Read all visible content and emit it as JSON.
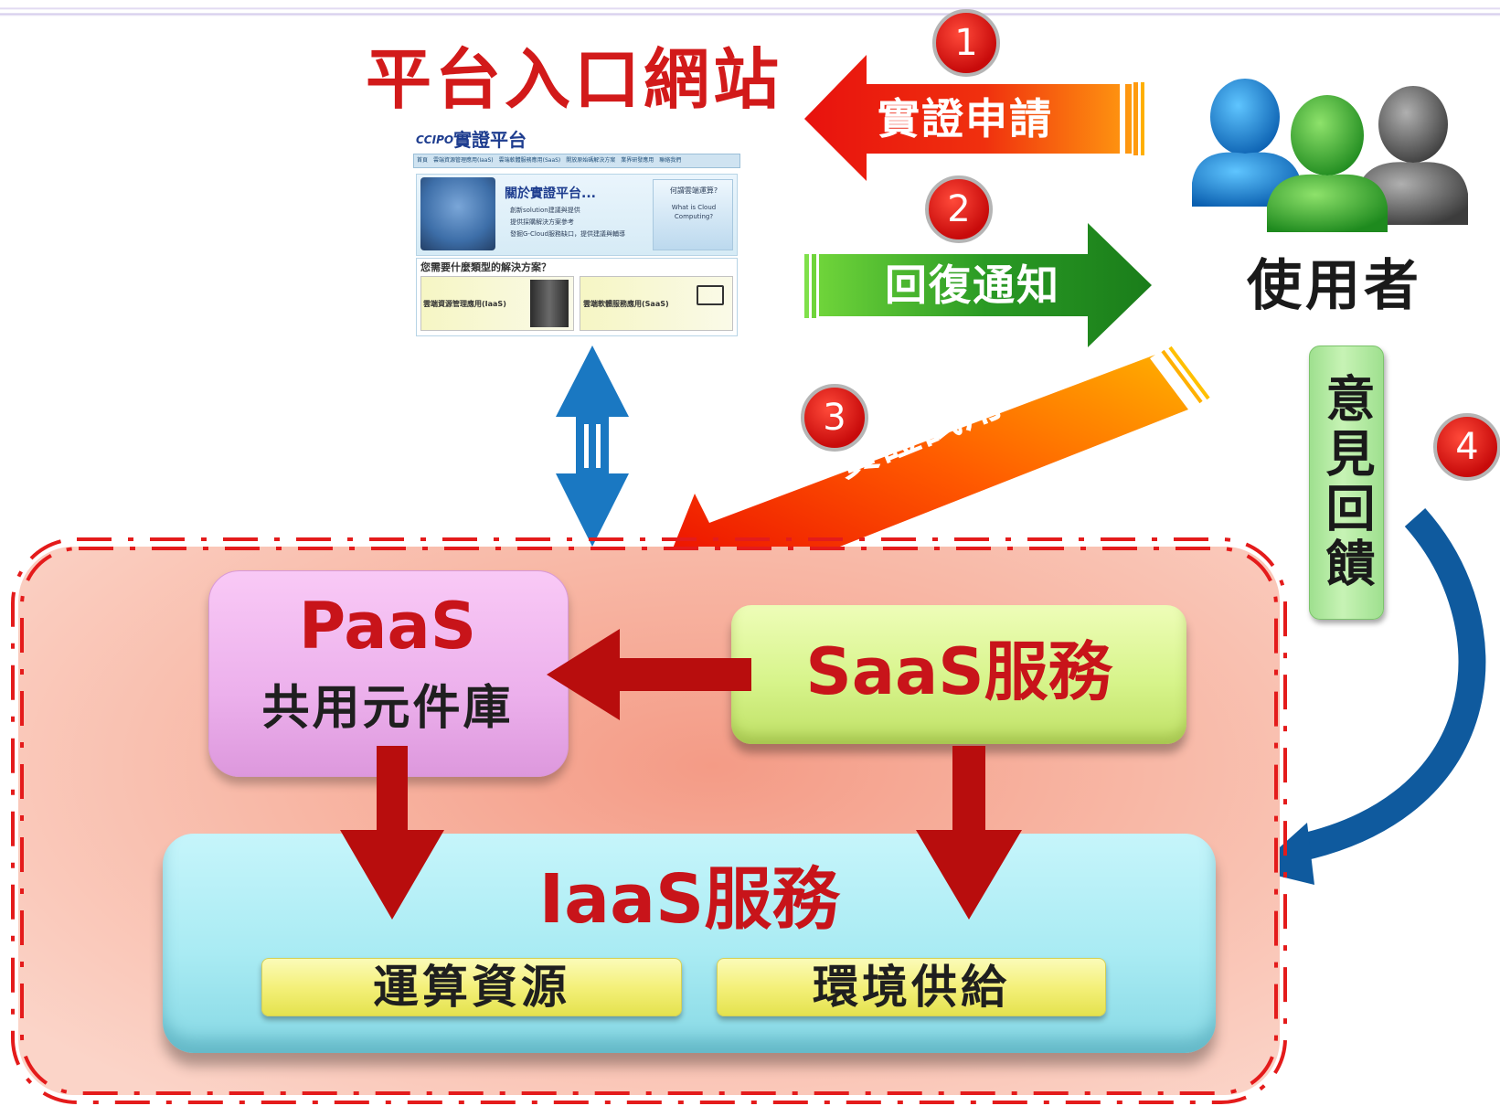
{
  "portal_title": "平台入口網站",
  "arrows": {
    "apply": {
      "step": "1",
      "label": "實證申請"
    },
    "notify": {
      "step": "2",
      "label": "回復通知"
    },
    "trial": {
      "step": "3",
      "label": "實證試用"
    },
    "feedback": {
      "step": "4",
      "label": "意見回饋"
    }
  },
  "user_label": "使用者",
  "paas": {
    "title": "PaaS",
    "subtitle": "共用元件庫"
  },
  "saas": {
    "title": "SaaS服務"
  },
  "iaas": {
    "title": "IaaS服務",
    "resources": [
      "運算資源",
      "環境供給"
    ]
  },
  "portal_screenshot": {
    "logo": "CCIPO",
    "site_title": "實證平台",
    "nav": "首頁　雲端資源管理應用(IaaS)　雲端軟體服務應用(SaaS)　開放原始碼解決方案　業界研發應用　聯絡我們",
    "hero_title": "關於實證平台...",
    "hero_bullets": [
      "創新solution建議與提供",
      "提供採購解決方案參考",
      "發掘G-Cloud服務缺口，提供建議與輔導"
    ],
    "side_title": "何謂雲端運算?",
    "side_text": "What is Cloud Computing?",
    "question": "您需要什麼類型的解決方案？",
    "cards": [
      "雲端資源管理應用(IaaS)",
      "雲端軟體服務應用(SaaS)"
    ]
  },
  "colors": {
    "title_red": "#d21a1a",
    "apply_arrow": "#e8120e",
    "notify_arrow": "#1f8a1f",
    "trial_arrow": "#ff6a00",
    "feedback_arrow": "#0f5a9e",
    "container": "#f8b8a6",
    "paas_box": "#ecb0ec",
    "saas_box": "#d7f48b",
    "iaas_box": "#a9ebf3",
    "resource_box": "#f4f07a",
    "internal_arrow": "#b80d0d"
  },
  "icons": [
    "user-blue-icon",
    "user-green-icon",
    "user-gray-icon"
  ]
}
